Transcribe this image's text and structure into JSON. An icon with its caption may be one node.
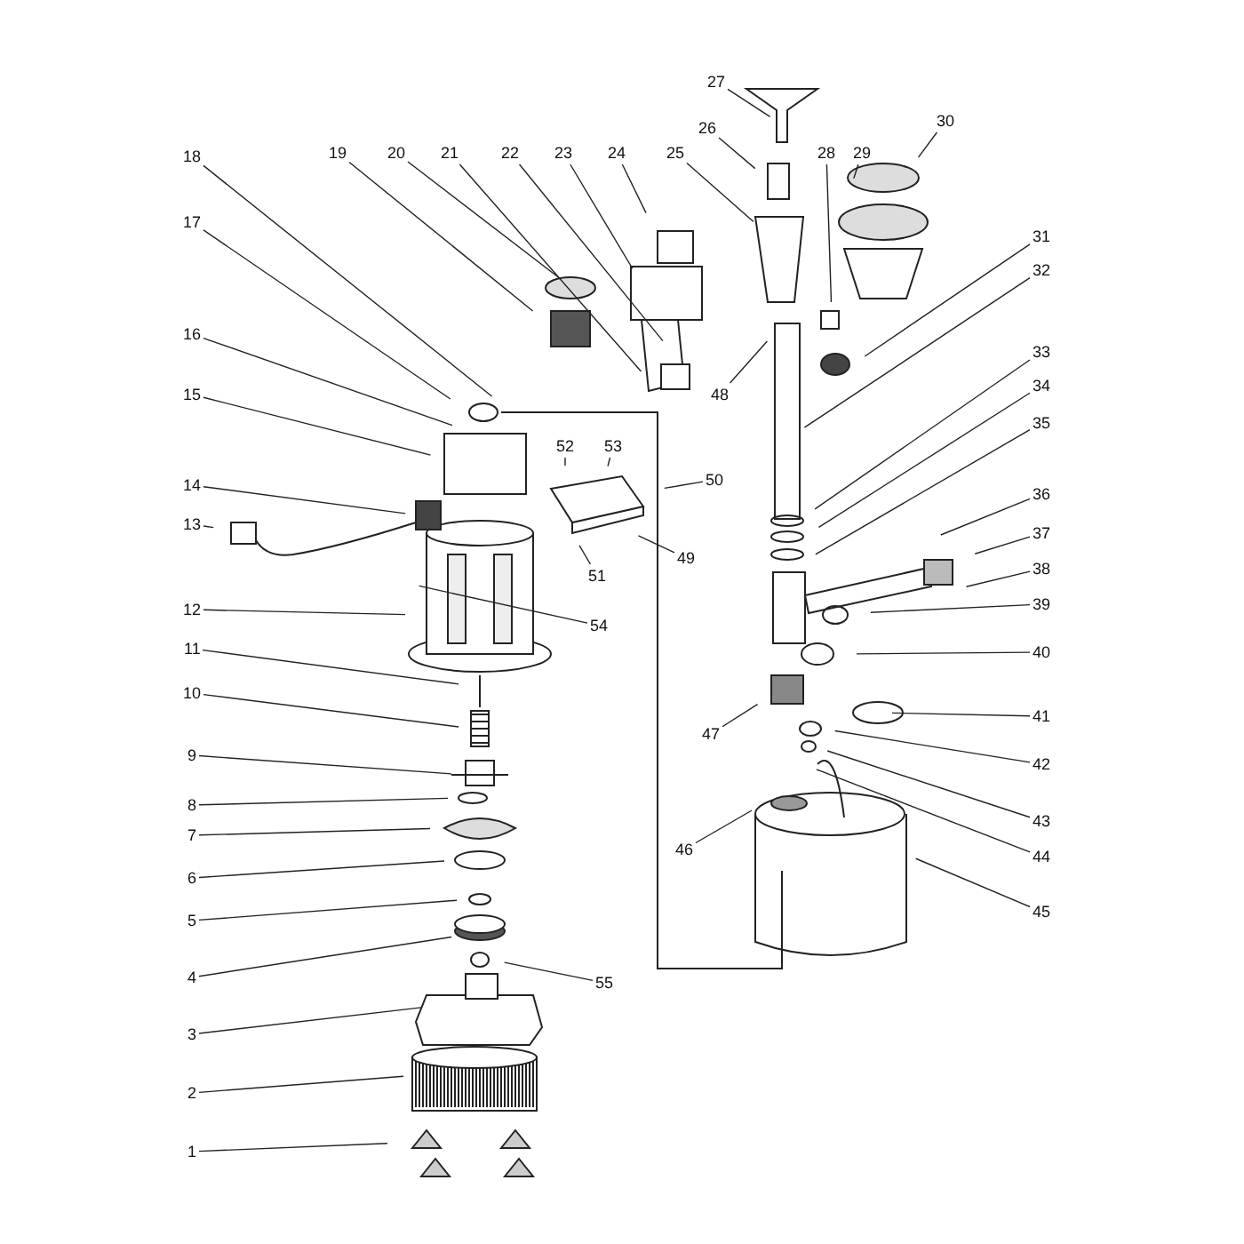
{
  "diagram": {
    "nodes": [
      {
        "text": [
          "1"
        ]
      },
      {
        "text": [
          "2"
        ]
      },
      {
        "text": [
          "3"
        ]
      },
      {
        "text": [
          "4"
        ]
      },
      {
        "text": [
          "5"
        ]
      },
      {
        "text": [
          "6"
        ]
      },
      {
        "text": [
          "7"
        ]
      },
      {
        "text": [
          "8"
        ]
      },
      {
        "text": [
          "9"
        ]
      },
      {
        "text": [
          "10"
        ]
      },
      {
        "text": [
          "11"
        ]
      },
      {
        "text": [
          "12"
        ]
      },
      {
        "text": [
          "13"
        ]
      },
      {
        "text": [
          "14"
        ]
      },
      {
        "text": [
          "15"
        ]
      },
      {
        "text": [
          "16"
        ]
      },
      {
        "text": [
          "17"
        ]
      },
      {
        "text": [
          "18"
        ]
      },
      {
        "text": [
          "19"
        ]
      },
      {
        "text": [
          "20"
        ]
      },
      {
        "text": [
          "21"
        ]
      },
      {
        "text": [
          "22"
        ]
      },
      {
        "text": [
          "23"
        ]
      },
      {
        "text": [
          "24"
        ]
      },
      {
        "text": [
          "25"
        ]
      },
      {
        "text": [
          "26"
        ]
      },
      {
        "text": [
          "27"
        ]
      },
      {
        "text": [
          "28"
        ]
      },
      {
        "text": [
          "29"
        ]
      },
      {
        "text": [
          "30"
        ]
      },
      {
        "text": [
          "31"
        ]
      },
      {
        "text": [
          "32"
        ]
      },
      {
        "text": [
          "33"
        ]
      },
      {
        "text": [
          "34"
        ]
      },
      {
        "text": [
          "35"
        ]
      },
      {
        "text": [
          "36"
        ]
      },
      {
        "text": [
          "37"
        ]
      },
      {
        "text": [
          "38"
        ]
      },
      {
        "text": [
          "39"
        ]
      },
      {
        "text": [
          "40"
        ]
      },
      {
        "text": [
          "41"
        ]
      },
      {
        "text": [
          "42"
        ]
      },
      {
        "text": [
          "43"
        ]
      },
      {
        "text": [
          "44"
        ]
      },
      {
        "text": [
          "45"
        ]
      },
      {
        "text": [
          "46"
        ]
      },
      {
        "text": [
          "47"
        ]
      },
      {
        "text": [
          "48"
        ]
      },
      {
        "text": [
          "49"
        ]
      },
      {
        "text": [
          "50"
        ]
      },
      {
        "text": [
          "51"
        ]
      },
      {
        "text": [
          "52"
        ]
      },
      {
        "text": [
          "53"
        ]
      },
      {
        "text": [
          "54"
        ]
      },
      {
        "text": [
          "55"
        ]
      }
    ],
    "edges": [
      {
        "from": 0,
        "to": null,
        "arrow": "none"
      },
      {
        "from": 1,
        "to": null,
        "arrow": "none"
      },
      {
        "from": 2,
        "to": null,
        "arrow": "none"
      },
      {
        "from": 3,
        "to": null,
        "arrow": "none"
      },
      {
        "from": 4,
        "to": null,
        "arrow": "none"
      },
      {
        "from": 5,
        "to": null,
        "arrow": "none"
      },
      {
        "from": 6,
        "to": null,
        "arrow": "none"
      },
      {
        "from": 7,
        "to": null,
        "arrow": "none"
      },
      {
        "from": 8,
        "to": null,
        "arrow": "none"
      },
      {
        "from": 9,
        "to": null,
        "arrow": "none"
      },
      {
        "from": 10,
        "to": null,
        "arrow": "none"
      },
      {
        "from": 11,
        "to": null,
        "arrow": "none"
      },
      {
        "from": 12,
        "to": null,
        "arrow": "none"
      },
      {
        "from": 13,
        "to": null,
        "arrow": "none"
      },
      {
        "from": 14,
        "to": null,
        "arrow": "none"
      },
      {
        "from": 15,
        "to": null,
        "arrow": "none"
      },
      {
        "from": 16,
        "to": null,
        "arrow": "none"
      },
      {
        "from": 17,
        "to": null,
        "arrow": "none"
      },
      {
        "from": 18,
        "to": null,
        "arrow": "none"
      },
      {
        "from": 19,
        "to": null,
        "arrow": "none"
      },
      {
        "from": 20,
        "to": null,
        "arrow": "none"
      },
      {
        "from": 21,
        "to": null,
        "arrow": "none"
      },
      {
        "from": 22,
        "to": null,
        "arrow": "none"
      },
      {
        "from": 23,
        "to": null,
        "arrow": "none"
      },
      {
        "from": 24,
        "to": null,
        "arrow": "none"
      },
      {
        "from": 25,
        "to": null,
        "arrow": "none"
      },
      {
        "from": 26,
        "to": null,
        "arrow": "none"
      },
      {
        "from": 27,
        "to": null,
        "arrow": "none"
      },
      {
        "from": 28,
        "to": null,
        "arrow": "none"
      },
      {
        "from": 29,
        "to": null,
        "arrow": "none"
      },
      {
        "from": 30,
        "to": null,
        "arrow": "none"
      },
      {
        "from": 31,
        "to": null,
        "arrow": "none"
      },
      {
        "from": 32,
        "to": null,
        "arrow": "none"
      },
      {
        "from": 33,
        "to": null,
        "arrow": "none"
      },
      {
        "from": 34,
        "to": null,
        "arrow": "none"
      },
      {
        "from": 35,
        "to": null,
        "arrow": "none"
      },
      {
        "from": 36,
        "to": null,
        "arrow": "none"
      },
      {
        "from": 37,
        "to": null,
        "arrow": "none"
      },
      {
        "from": 38,
        "to": null,
        "arrow": "none"
      },
      {
        "from": 39,
        "to": null,
        "arrow": "none"
      },
      {
        "from": 40,
        "to": null,
        "arrow": "none"
      },
      {
        "from": 41,
        "to": null,
        "arrow": "none"
      },
      {
        "from": 42,
        "to": null,
        "arrow": "none"
      },
      {
        "from": 43,
        "to": null,
        "arrow": "none"
      },
      {
        "from": 44,
        "to": null,
        "arrow": "none"
      },
      {
        "from": 45,
        "to": null,
        "arrow": "none"
      },
      {
        "from": 46,
        "to": null,
        "arrow": "none"
      },
      {
        "from": 47,
        "to": null,
        "arrow": "none"
      },
      {
        "from": 48,
        "to": null,
        "arrow": "none"
      },
      {
        "from": 49,
        "to": null,
        "arrow": "none"
      },
      {
        "from": 50,
        "to": null,
        "arrow": "none"
      },
      {
        "from": 51,
        "to": null,
        "arrow": "none"
      },
      {
        "from": 52,
        "to": null,
        "arrow": "none"
      },
      {
        "from": 53,
        "to": null,
        "arrow": "none"
      },
      {
        "from": 54,
        "to": null,
        "arrow": "none"
      }
    ]
  }
}
